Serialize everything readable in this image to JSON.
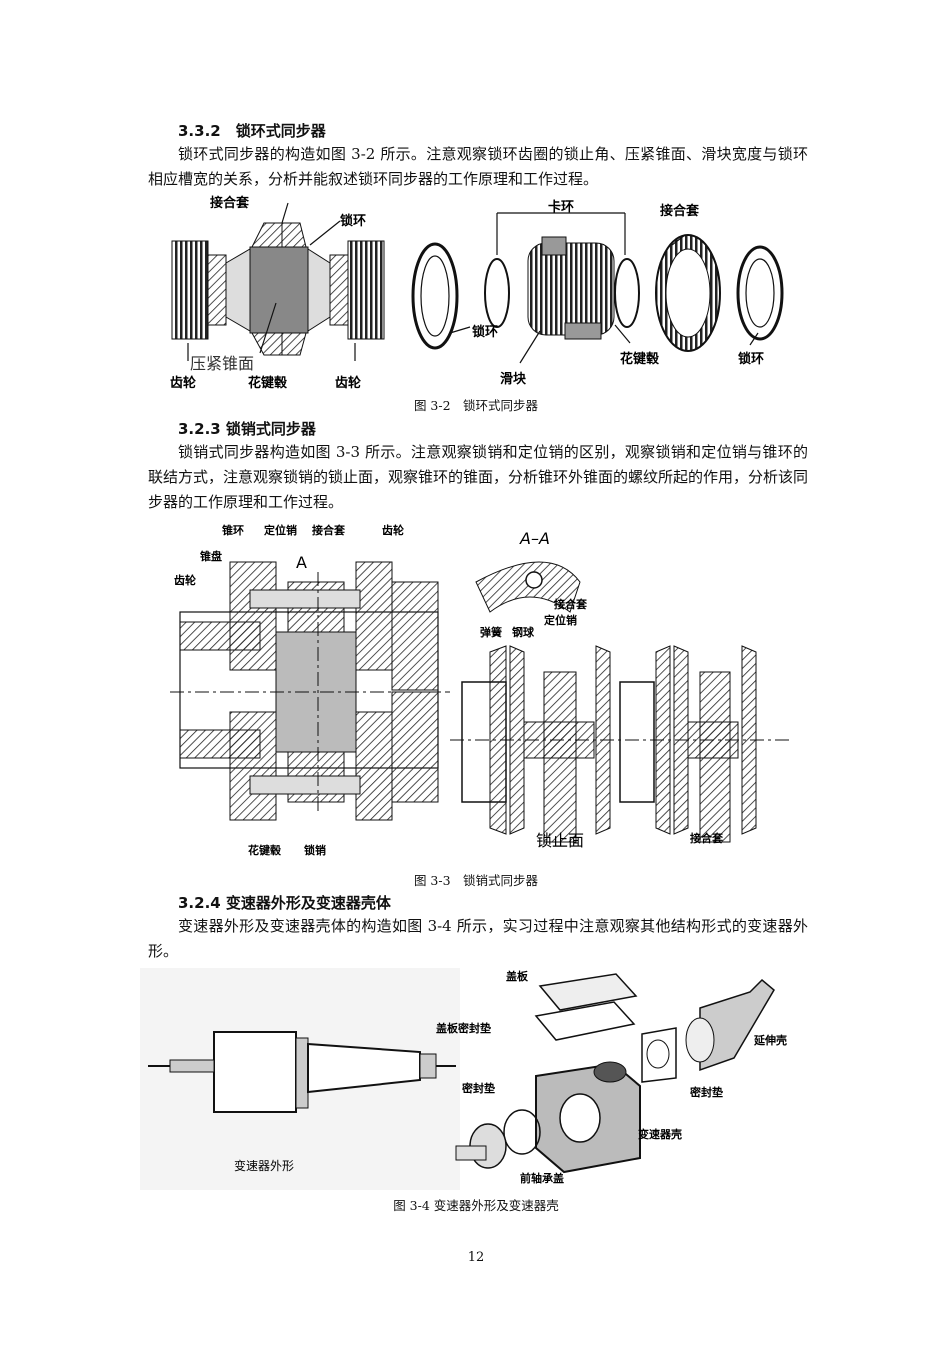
{
  "section_332": {
    "heading": "3.3.2　锁环式同步器",
    "paragraph": "锁环式同步器的构造如图 3-2 所示。注意观察锁环齿圈的锁止角、压紧锥面、滑块宽度与锁环相应槽宽的关系，分析并能叙述锁环同步器的工作原理和工作过程。"
  },
  "fig32": {
    "caption": "图 3-2　锁环式同步器",
    "labels": {
      "jiehetao_left": "接合套",
      "suohuan_left": "锁环",
      "yajin": "压紧锥面",
      "chilun_left": "齿轮",
      "huajiangu_left": "花键毂",
      "chilun_right": "齿轮",
      "kahuan": "卡环",
      "jiehetao_right": "接合套",
      "suohuan_mid": "锁环",
      "huakuai": "滑块",
      "huajiangu_right": "花键毂",
      "suohuan_right": "锁环"
    }
  },
  "section_323": {
    "heading": "3.2.3 锁销式同步器",
    "paragraph": "锁销式同步器构造如图 3-3 所示。注意观察锁销和定位销的区别，观察锁销和定位销与锥环的联结方式，注意观察锁销的锁止面，观察锥环的锥面，分析锥环外锥面的螺纹所起的作用，分析该同步器的工作原理和工作过程。"
  },
  "fig33": {
    "caption": "图 3-3　锁销式同步器",
    "labels": {
      "zhuihuan": "锥环",
      "dingweixiao": "定位销",
      "jiehetao": "接合套",
      "chilun_top": "齿轮",
      "zhuipan": "锥盘",
      "chilun_left": "齿轮",
      "section_a": "A",
      "huajiangu": "花键毂",
      "suoxiao": "锁销",
      "section_title": "A–A",
      "jiehetao_aa": "接合套",
      "dingweixiao_aa": "定位销",
      "tanhuang": "弹簧",
      "gangqiu": "钢球",
      "suozhimian": "锁止面",
      "jiehetao_bottom": "接合套"
    }
  },
  "section_324": {
    "heading": "3.2.4 变速器外形及变速器壳体",
    "paragraph": "变速器外形及变速器壳体的构造如图 3-4 所示，实习过程中注意观察其他结构形式的变速器外形。"
  },
  "fig34": {
    "caption": "图 3-4 变速器外形及变速器壳",
    "labels": {
      "gaiban": "盖板",
      "gaiban_mifeng": "盖板密封垫",
      "yanshenke": "延伸壳",
      "mifengdian_left": "密封垫",
      "mifengdian_right": "密封垫",
      "biansuqike": "变速器壳",
      "qianzhou": "前轴承盖",
      "waixing": "变速器外形"
    }
  },
  "page_number": "12"
}
